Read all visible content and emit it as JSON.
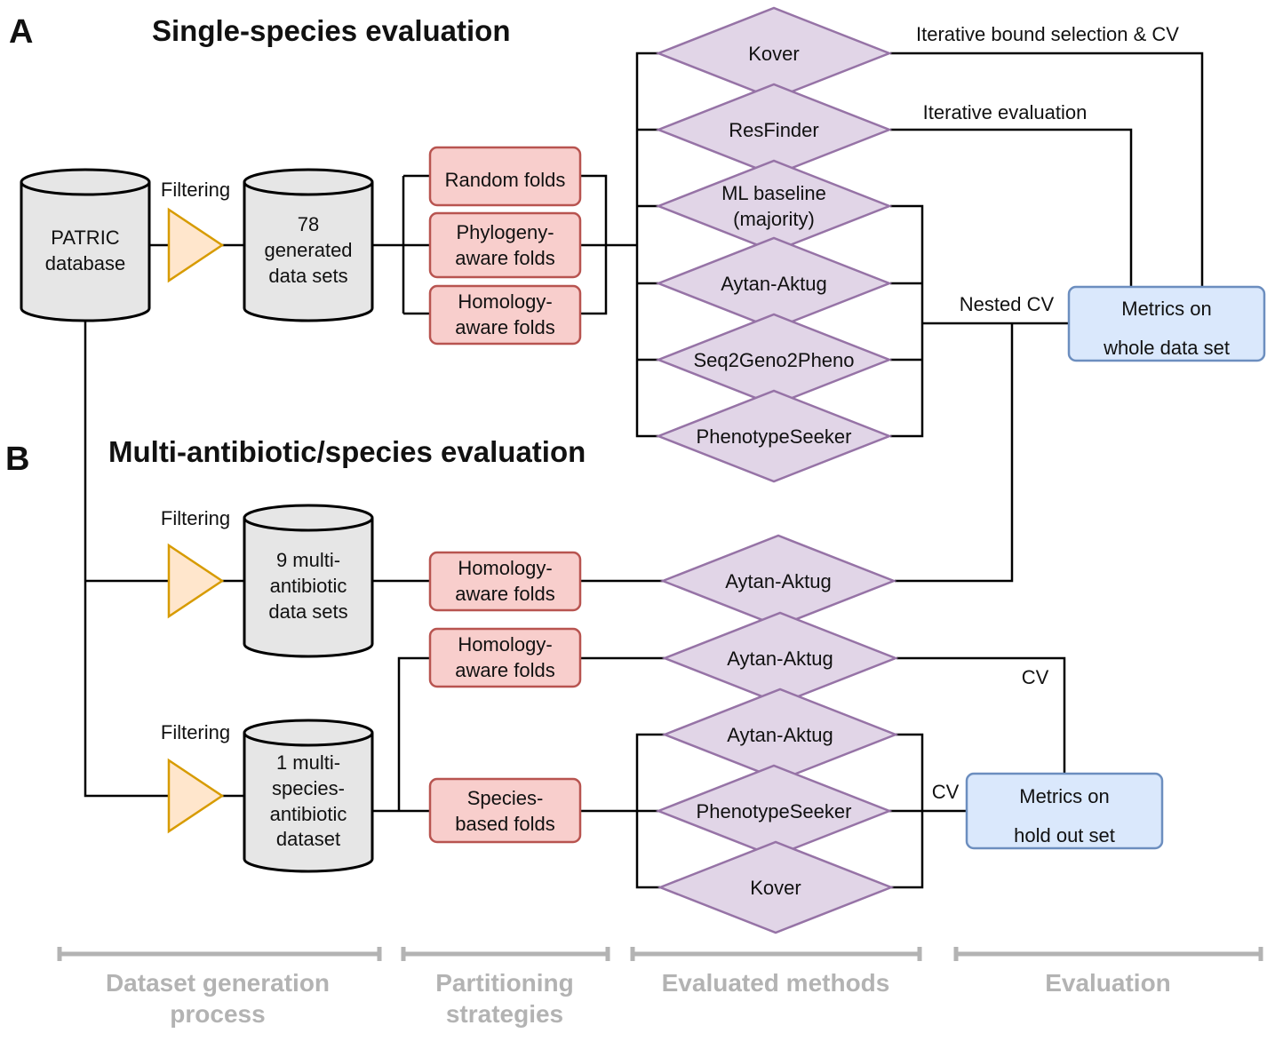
{
  "panels": {
    "a_letter": "A",
    "a_title": "Single-species evaluation",
    "b_letter": "B",
    "b_title": "Multi-antibiotic/species  evaluation"
  },
  "databases": {
    "patric": [
      "PATRIC",
      "database"
    ],
    "generated": [
      "78",
      "generated",
      "data sets"
    ],
    "multi_antibiotic": [
      "9 multi-",
      "antibiotic",
      "data sets"
    ],
    "multi_species": [
      "1 multi-",
      "species-",
      "antibiotic",
      "dataset"
    ]
  },
  "filters": {
    "label_top": "Filtering",
    "label_mid": "Filtering",
    "label_bottom": "Filtering"
  },
  "folds": {
    "random": [
      "Random folds"
    ],
    "phylogeny": [
      "Phylogeny-",
      "aware folds"
    ],
    "homology_a": [
      "Homology-",
      "aware folds"
    ],
    "homology_b1": [
      "Homology-",
      "aware folds"
    ],
    "homology_b2": [
      "Homology-",
      "aware folds"
    ],
    "species": [
      "Species-",
      "based folds"
    ]
  },
  "methods": {
    "kover_a": [
      "Kover"
    ],
    "resfinder": [
      "ResFinder"
    ],
    "ml_baseline": [
      "ML baseline",
      "(majority)"
    ],
    "aytan_a": [
      "Aytan-Aktug"
    ],
    "seq2geno": [
      "Seq2Geno2Pheno"
    ],
    "phenotypeseeker_a": [
      "PhenotypeSeeker"
    ],
    "aytan_b1": [
      "Aytan-Aktug"
    ],
    "aytan_b2": [
      "Aytan-Aktug"
    ],
    "aytan_b3": [
      "Aytan-Aktug"
    ],
    "phenotypeseeker_b": [
      "PhenotypeSeeker"
    ],
    "kover_b": [
      "Kover"
    ]
  },
  "metrics": {
    "whole": [
      "Metrics on",
      "whole data set"
    ],
    "holdout": [
      "Metrics on",
      "hold out set"
    ]
  },
  "edge_labels": {
    "iterative_bound": "Iterative bound selection & CV",
    "iterative_eval": "Iterative evaluation",
    "nested_cv": "Nested CV",
    "cv_top": "CV",
    "cv_bottom": "CV"
  },
  "stages": {
    "dataset_generation": [
      "Dataset generation",
      "process"
    ],
    "partitioning": [
      "Partitioning",
      "strategies"
    ],
    "methods": [
      "Evaluated methods"
    ],
    "evaluation": [
      "Evaluation"
    ]
  },
  "colors": {
    "database_fill": "#e6e6e6",
    "filter_fill": "#ffe6cc",
    "filter_stroke": "#d79b00",
    "fold_fill": "#f8cecc",
    "fold_stroke": "#b85450",
    "method_fill": "#e1d5e7",
    "method_stroke": "#9673a6",
    "metric_fill": "#dae8fc",
    "metric_stroke": "#6c8ebf",
    "stage_gray": "#b3b3b3"
  }
}
